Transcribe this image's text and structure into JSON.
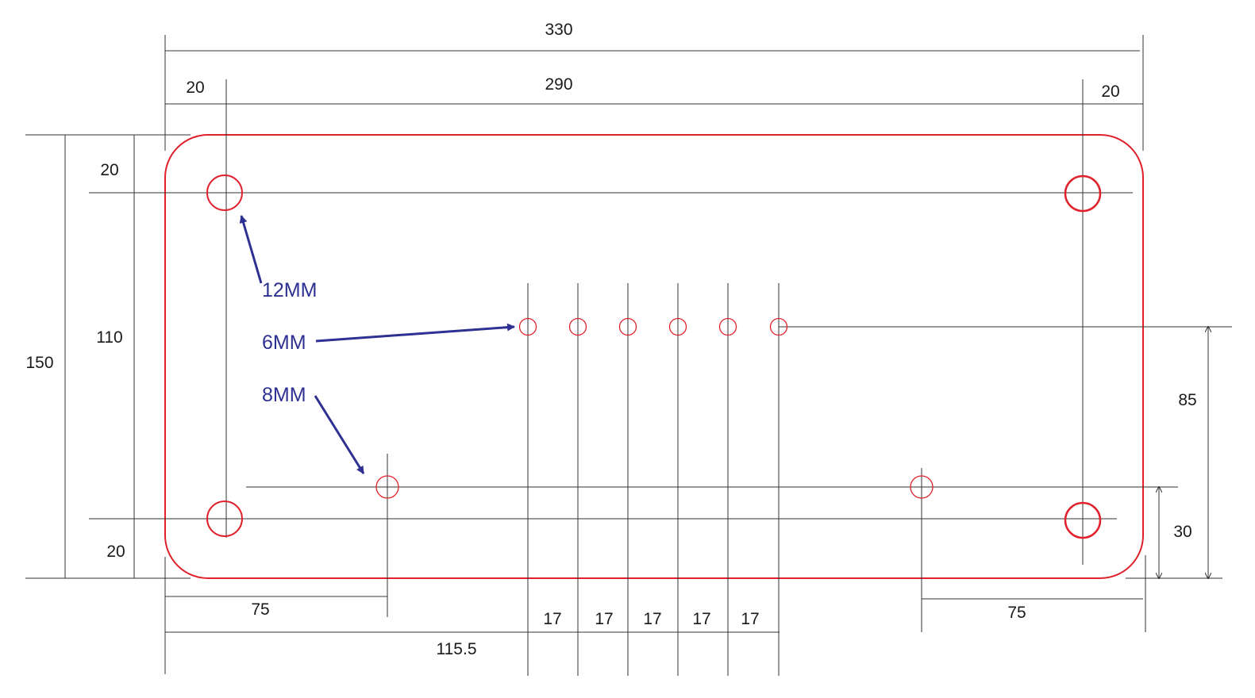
{
  "colors": {
    "outline": "#e0202a",
    "holes": "#e0202a",
    "callouts": "#2e3192",
    "lines": "#333333",
    "text": "#1a1a1a"
  },
  "dimensions": {
    "overall_width": "330",
    "hole_spacing_width": "290",
    "left_edge_offset": "20",
    "right_edge_offset": "20",
    "overall_height": "150",
    "hole_spacing_height": "110",
    "top_edge_offset": "20",
    "bottom_edge_offset": "20",
    "lower_left_hole_offset": "75",
    "lower_right_hole_offset": "75",
    "small_hole_row_offset": "115.5",
    "small_hole_pitch": [
      "17",
      "17",
      "17",
      "17",
      "17"
    ],
    "small_row_height": "85",
    "lower_row_height": "30"
  },
  "callouts": {
    "large_hole": "12MM",
    "small_hole": "6MM",
    "medium_hole": "8MM"
  }
}
